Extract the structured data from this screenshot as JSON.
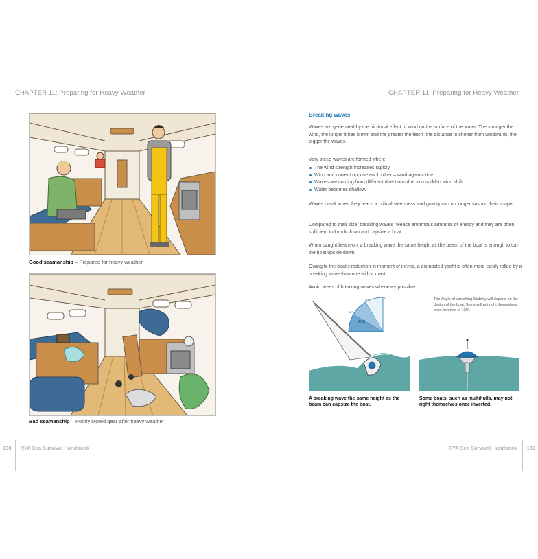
{
  "left_page": {
    "chapter_header": "CHAPTER 11: Preparing for Heavy Weather",
    "figure1": {
      "caption_bold": "Good seamanship",
      "caption_rest": " – Prepared for heavy weather"
    },
    "figure2": {
      "caption_bold": "Bad seamanship",
      "caption_rest": " – Poorly stored gear after heavy weather"
    },
    "page_number": "138",
    "book_title": "RYA Sea Survival Handbook"
  },
  "right_page": {
    "chapter_header": "CHAPTER 11: Preparing for Heavy Weather",
    "section_heading": "Breaking waves",
    "paragraph1": "Waves are generated by the frictional effect of wind on the surface of the water. The stronger the wind, the longer it has blown and the greater the fetch (the distance to shelter from windward), the bigger the waves.",
    "paragraph2": "Very steep waves are formed when:",
    "bullets": [
      "The wind strength increases rapidly.",
      "Wind and current oppose each other – wind against tide.",
      "Waves are coming from different directions due to a sudden wind shift.",
      "Water becomes shallow."
    ],
    "paragraph3": "Waves break when they reach a critical steepness and gravity can no longer sustain their shape.",
    "paragraph4": "Compared to their size, breaking waves release enormous amounts of energy and they are often sufficient to knock down and capsize a boat.",
    "paragraph5": "When caught beam-on, a breaking wave the same height as the beam of the boat is enough to turn the boat upside down.",
    "paragraph6": "Owing to the boat's reduction in moment of inertia, a dismasted yacht is often more easily rolled by a breaking wave than one with a mast.",
    "paragraph7": "Avoid areas of breaking waves whenever possible.",
    "diagram": {
      "avs_note": "The Angle of Vanishing Stability will depend on the design of the boat. Some will not right themselves once inverted to 120°.",
      "angle_labels": [
        "0°",
        "30°",
        "60°",
        "90°",
        "120°"
      ],
      "avs_label": "AVS",
      "caption_left": "A breaking wave the same height as the beam can capsize the boat.",
      "caption_right": "Some boats, such as multihulls, may not right themselves once inverted."
    },
    "page_number": "139",
    "book_title": "RYA Sea Survival Handbook"
  },
  "colors": {
    "heading_blue": "#1f78b4",
    "sea": "#5fa7a5",
    "wood": "#c98f4a",
    "seat_blue": "#3d6b96"
  }
}
